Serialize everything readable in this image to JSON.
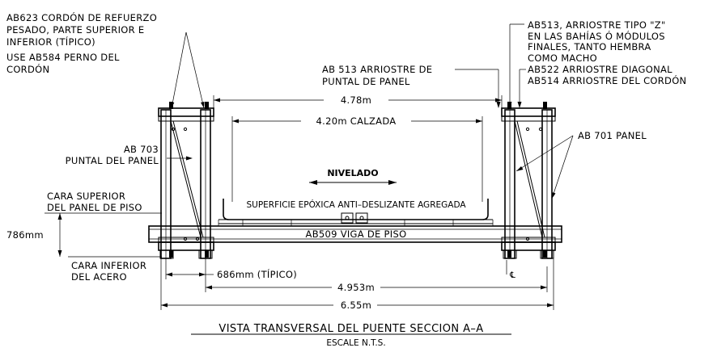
{
  "title": "VISTA TRANSVERSAL DEL PUENTE SECCION A–A",
  "subtitle": "ESCALE N.T.S.",
  "labels": {
    "ab623": [
      "AB623 CORDÓN DE REFUERZO",
      "PESADO, PARTE SUPERIOR E",
      "INFERIOR (TÍPICO)",
      "USE AB584 PERNO DEL",
      "CORDÓN"
    ],
    "ab513_left": [
      "AB 513 ARRIOSTRE DE",
      "PUNTAL DE PANEL"
    ],
    "ab513_right": [
      "AB513, ARRIOSTRE TIPO \"Z\"",
      "EN LAS BAHÍAS Ó MÓDULOS",
      "FINALES, TANTO HEMBRA",
      "COMO MACHO",
      "AB522 ARRIOSTRE DIAGONAL",
      "AB514 ARRIOSTRE DEL CORDÓN"
    ],
    "ab703": [
      "AB 703",
      "PUNTAL DEL PANEL"
    ],
    "ab701": "AB 701 PANEL",
    "cara_superior": [
      "CARA SUPERIOR",
      "DEL PANEL DE PISO"
    ],
    "cara_inferior": [
      "CARA INFERIOR",
      "DEL ACERO"
    ],
    "nivelado": "NIVELADO",
    "superficie": "SUPERFICIE EPÓXICA ANTI–DESLIZANTE AGREGADA",
    "ab509": "AB509 VIGA DE PISO",
    "cl_mark": "℄"
  },
  "dimensions": {
    "d478": "4.78m",
    "d420": "4.20m CALZADA",
    "d786": "786mm",
    "d686": "686mm (TÍPICO)",
    "d4953": "4.953m",
    "d655": "6.55m"
  }
}
